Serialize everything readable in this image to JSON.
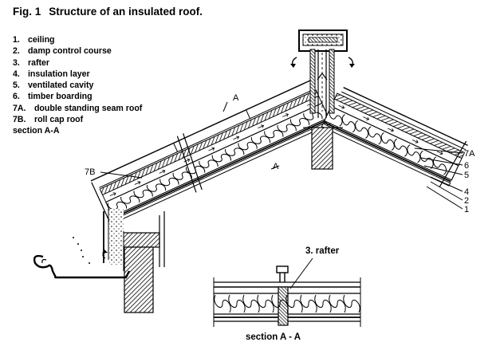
{
  "figure": {
    "number": "Fig. 1",
    "title": "Structure of an insulated roof."
  },
  "legend": [
    {
      "num": "1.",
      "label": "ceiling"
    },
    {
      "num": "2.",
      "label": "damp control course"
    },
    {
      "num": "3.",
      "label": "rafter"
    },
    {
      "num": "4.",
      "label": "insulation layer"
    },
    {
      "num": "5.",
      "label": "ventilated cavity"
    },
    {
      "num": "6.",
      "label": "timber boarding"
    },
    {
      "num": "7A.",
      "label": "double standing seam roof"
    },
    {
      "num": "7B.",
      "label": "roll cap roof"
    }
  ],
  "legend_extra": "section A-A",
  "callouts": {
    "c7A": "7A",
    "c6": "6",
    "c5": "5",
    "c4": "4",
    "c2": "2",
    "c1": "1",
    "c7B": "7B",
    "sectionMarkTop": "A",
    "sectionMarkBottom": "A"
  },
  "detail": {
    "rafter_label": "3. rafter",
    "section_label": "section A - A"
  }
}
